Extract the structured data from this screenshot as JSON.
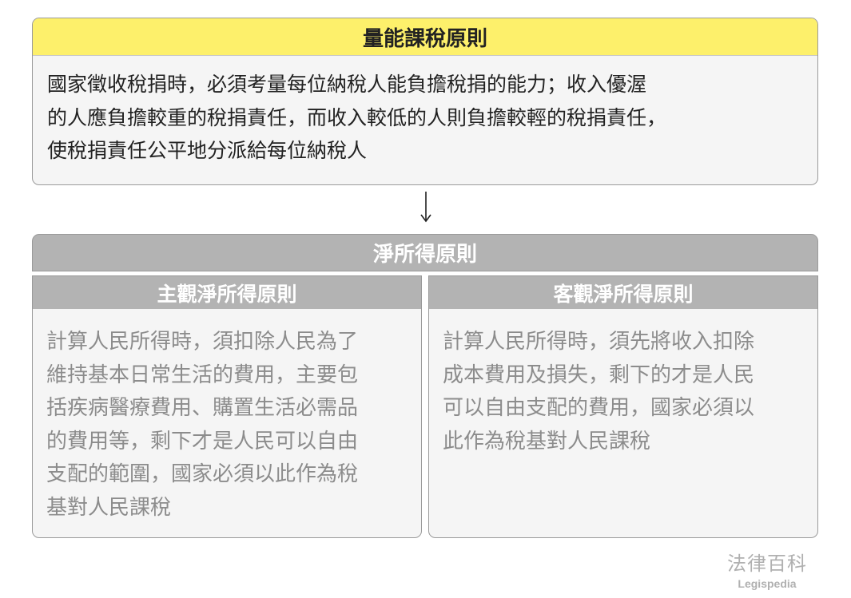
{
  "top": {
    "title": "量能課稅原則",
    "lines": [
      "國家徵收稅捐時，必須考量每位納稅人能負擔稅捐的能力；收入優渥",
      "的人應負擔較重的稅捐責任，而收入較低的人則負擔較輕的稅捐責任，",
      "使稅捐責任公平地分派給每位納稅人"
    ]
  },
  "middle": {
    "title": "淨所得原則"
  },
  "left": {
    "title": "主觀淨所得原則",
    "lines": [
      "計算人民所得時，須扣除人民為了",
      "維持基本日常生活的費用，主要包",
      "括疾病醫療費用、購置生活必需品",
      "的費用等，剩下才是人民可以自由",
      "支配的範圍，國家必須以此作為稅",
      "基對人民課稅"
    ]
  },
  "right": {
    "title": "客觀淨所得原則",
    "lines": [
      "計算人民所得時，須先將收入扣除",
      "成本費用及損失，剩下的才是人民",
      "可以自由支配的費用，國家必須以",
      "此作為稅基對人民課稅"
    ]
  },
  "logo": {
    "zh": "法律百科",
    "en": "Legispedia"
  }
}
